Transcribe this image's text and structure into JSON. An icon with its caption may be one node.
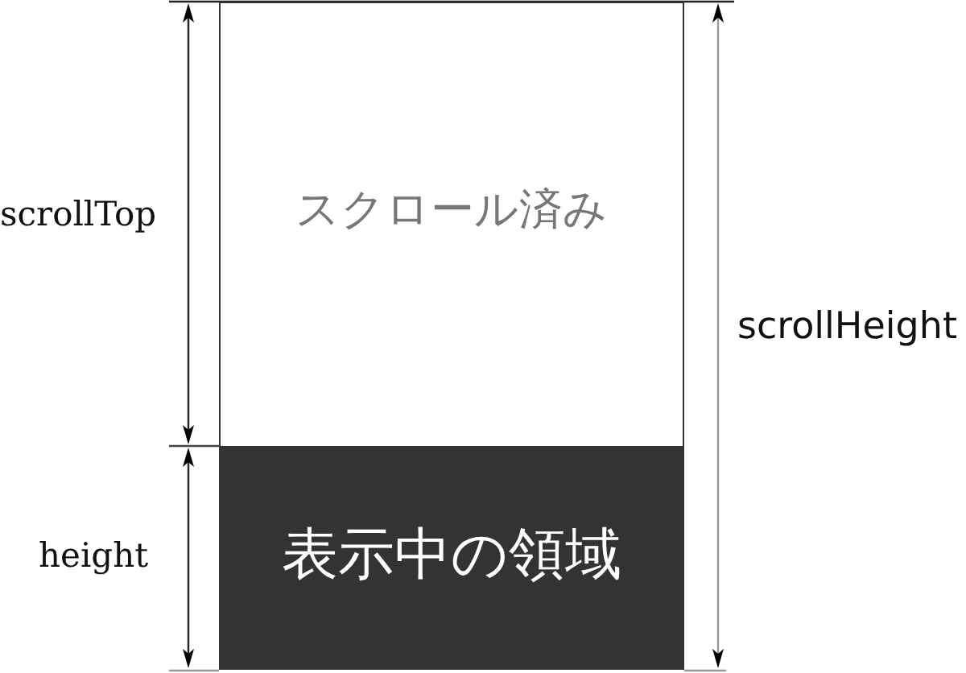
{
  "diagram": {
    "nodes": [
      {
        "text": [
          "スクロール済み"
        ]
      },
      {
        "text": [
          "表示中の領域"
        ]
      }
    ],
    "labels": [
      "scrollTop",
      "height",
      "scrollHeight"
    ]
  }
}
